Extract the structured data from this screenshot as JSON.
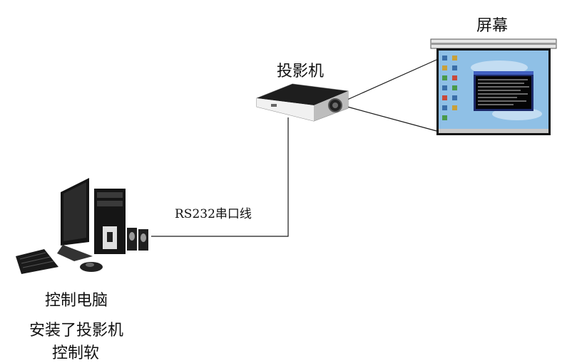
{
  "screen_label": "屏幕",
  "projector_label": "投影机",
  "cable_label": "RS232串口线",
  "pc_label_line1": "控制电脑",
  "pc_label_line2": "安装了投影机",
  "pc_label_line3": "控制软",
  "colors": {
    "line": "#1a1a1a",
    "sky": "#8fc0e6",
    "dark": "#1b1b1b",
    "silver": "#d8d8d8"
  }
}
